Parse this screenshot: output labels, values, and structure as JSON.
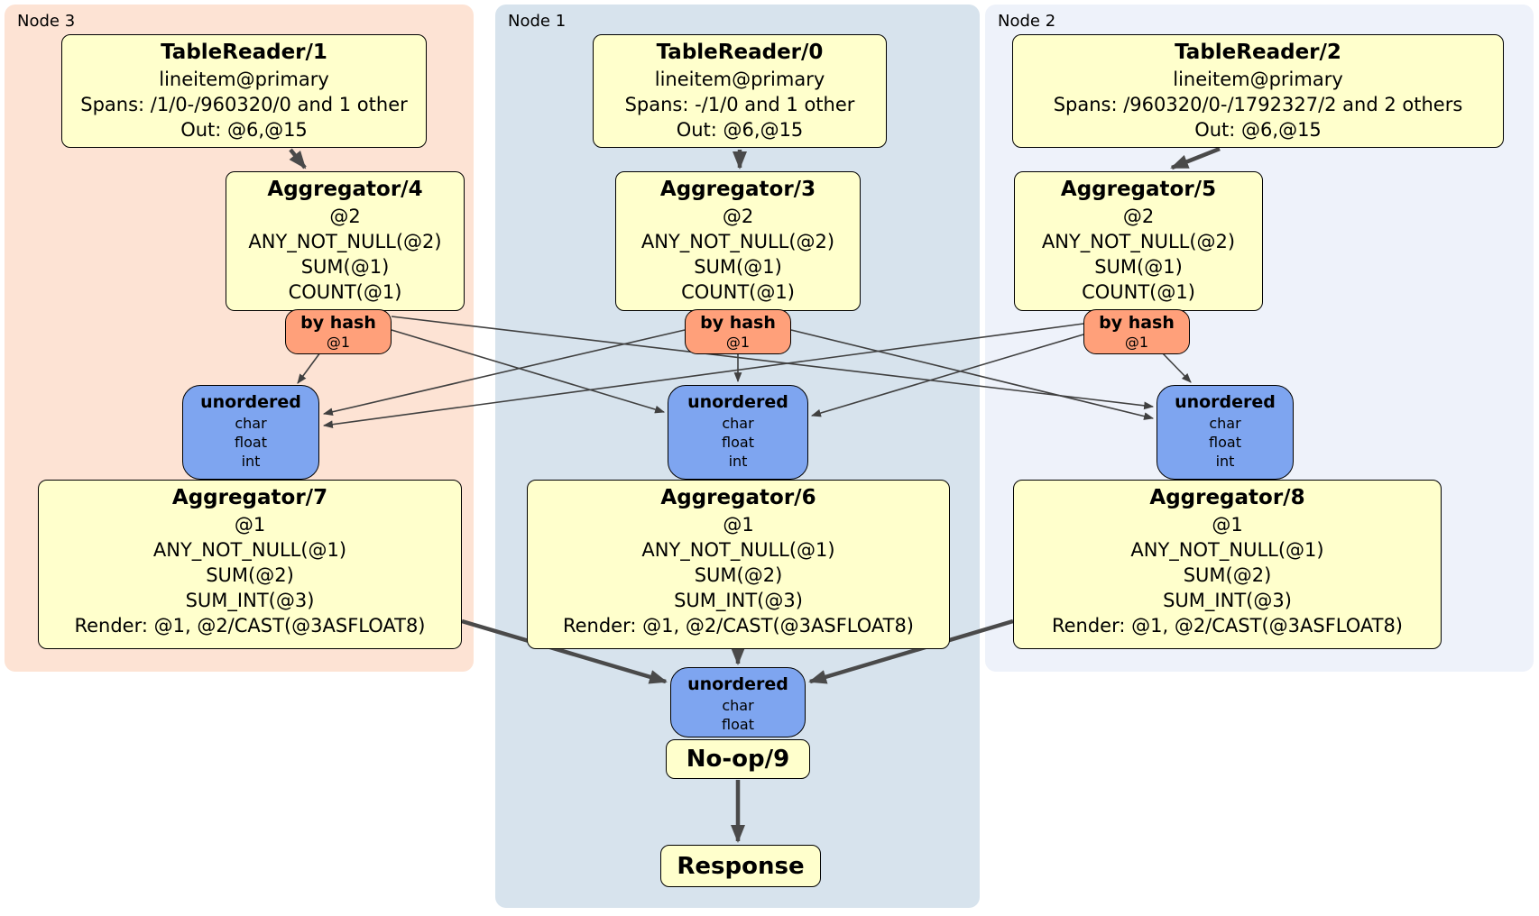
{
  "regions": {
    "node3": {
      "label": "Node 3"
    },
    "node1": {
      "label": "Node 1"
    },
    "node2": {
      "label": "Node 2"
    }
  },
  "node3": {
    "tablereader": {
      "title": "TableReader/1",
      "index": "lineitem@primary",
      "spans": "Spans: /1/0-/960320/0 and 1 other",
      "out": "Out: @6,@15"
    },
    "aggregator_top": {
      "title": "Aggregator/4",
      "group": "@2",
      "aggs": [
        "ANY_NOT_NULL(@2)",
        "SUM(@1)",
        "COUNT(@1)"
      ]
    },
    "router": {
      "label": "by hash",
      "columns": "@1"
    },
    "sync": {
      "label": "unordered",
      "streams": [
        "char",
        "float",
        "int"
      ]
    },
    "aggregator_bottom": {
      "title": "Aggregator/7",
      "group": "@1",
      "aggs": [
        "ANY_NOT_NULL(@1)",
        "SUM(@2)",
        "SUM_INT(@3)"
      ],
      "render": "Render: @1, @2/CAST(@3ASFLOAT8)"
    }
  },
  "node1": {
    "tablereader": {
      "title": "TableReader/0",
      "index": "lineitem@primary",
      "spans": "Spans: -/1/0 and 1 other",
      "out": "Out: @6,@15"
    },
    "aggregator_top": {
      "title": "Aggregator/3",
      "group": "@2",
      "aggs": [
        "ANY_NOT_NULL(@2)",
        "SUM(@1)",
        "COUNT(@1)"
      ]
    },
    "router": {
      "label": "by hash",
      "columns": "@1"
    },
    "sync": {
      "label": "unordered",
      "streams": [
        "char",
        "float",
        "int"
      ]
    },
    "aggregator_bottom": {
      "title": "Aggregator/6",
      "group": "@1",
      "aggs": [
        "ANY_NOT_NULL(@1)",
        "SUM(@2)",
        "SUM_INT(@3)"
      ],
      "render": "Render: @1, @2/CAST(@3ASFLOAT8)"
    }
  },
  "node2": {
    "tablereader": {
      "title": "TableReader/2",
      "index": "lineitem@primary",
      "spans": "Spans: /960320/0-/1792327/2 and 2 others",
      "out": "Out: @6,@15"
    },
    "aggregator_top": {
      "title": "Aggregator/5",
      "group": "@2",
      "aggs": [
        "ANY_NOT_NULL(@2)",
        "SUM(@1)",
        "COUNT(@1)"
      ]
    },
    "router": {
      "label": "by hash",
      "columns": "@1"
    },
    "sync": {
      "label": "unordered",
      "streams": [
        "char",
        "float",
        "int"
      ]
    },
    "aggregator_bottom": {
      "title": "Aggregator/8",
      "group": "@1",
      "aggs": [
        "ANY_NOT_NULL(@1)",
        "SUM(@2)",
        "SUM_INT(@3)"
      ],
      "render": "Render: @1, @2/CAST(@3ASFLOAT8)"
    }
  },
  "final": {
    "sync": {
      "label": "unordered",
      "streams": [
        "char",
        "float"
      ]
    },
    "noop": "No-op/9",
    "response": "Response"
  },
  "colors": {
    "node3_bg": "#fde3d4",
    "node1_bg": "#d7e3ed",
    "node2_bg": "#eef2fa",
    "processor_fill": "#ffffcc",
    "router_fill": "#ffa07a",
    "sync_fill": "#7ea5f0",
    "edge_thin": "#404040",
    "edge_thick": "#4a4a4a"
  }
}
